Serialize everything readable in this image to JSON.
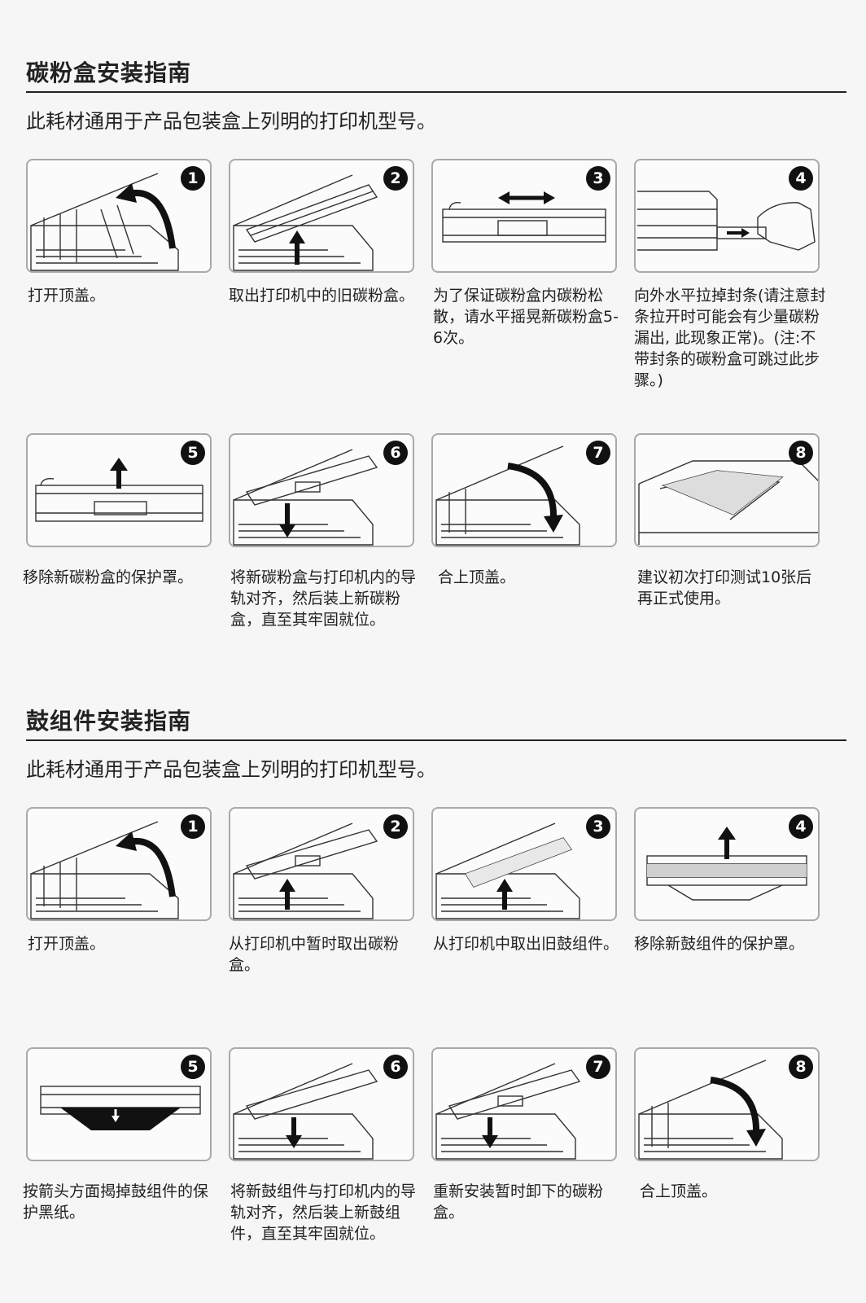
{
  "toner": {
    "title": "碳粉盒安装指南",
    "subtitle": "此耗材通用于产品包装盒上列明的打印机型号。",
    "steps": [
      {
        "num": "1",
        "caption": "打开顶盖。"
      },
      {
        "num": "2",
        "caption": "取出打印机中的旧碳粉盒。"
      },
      {
        "num": "3",
        "caption": "为了保证碳粉盒内碳粉松散，请水平摇晃新碳粉盒5-6次。"
      },
      {
        "num": "4",
        "caption": "向外水平拉掉封条(请注意封条拉开时可能会有少量碳粉漏出, 此现象正常)。(注:不带封条的碳粉盒可跳过此步骤。)"
      },
      {
        "num": "5",
        "caption": "移除新碳粉盒的保护罩。"
      },
      {
        "num": "6",
        "caption": "将新碳粉盒与打印机内的导轨对齐，然后装上新碳粉盒，直至其牢固就位。"
      },
      {
        "num": "7",
        "caption": "合上顶盖。"
      },
      {
        "num": "8",
        "caption": "建议初次打印测试10张后再正式使用。"
      }
    ]
  },
  "drum": {
    "title": "鼓组件安装指南",
    "subtitle": "此耗材通用于产品包装盒上列明的打印机型号。",
    "steps": [
      {
        "num": "1",
        "caption": "打开顶盖。"
      },
      {
        "num": "2",
        "caption": "从打印机中暂时取出碳粉盒。"
      },
      {
        "num": "3",
        "caption": "从打印机中取出旧鼓组件。"
      },
      {
        "num": "4",
        "caption": "移除新鼓组件的保护罩。"
      },
      {
        "num": "5",
        "caption": "按箭头方面揭掉鼓组件的保护黑纸。"
      },
      {
        "num": "6",
        "caption": "将新鼓组件与打印机内的导轨对齐，然后装上新鼓组件，直至其牢固就位。"
      },
      {
        "num": "7",
        "caption": "重新安装暂时卸下的碳粉盒。"
      },
      {
        "num": "8",
        "caption": "合上顶盖。"
      }
    ]
  }
}
